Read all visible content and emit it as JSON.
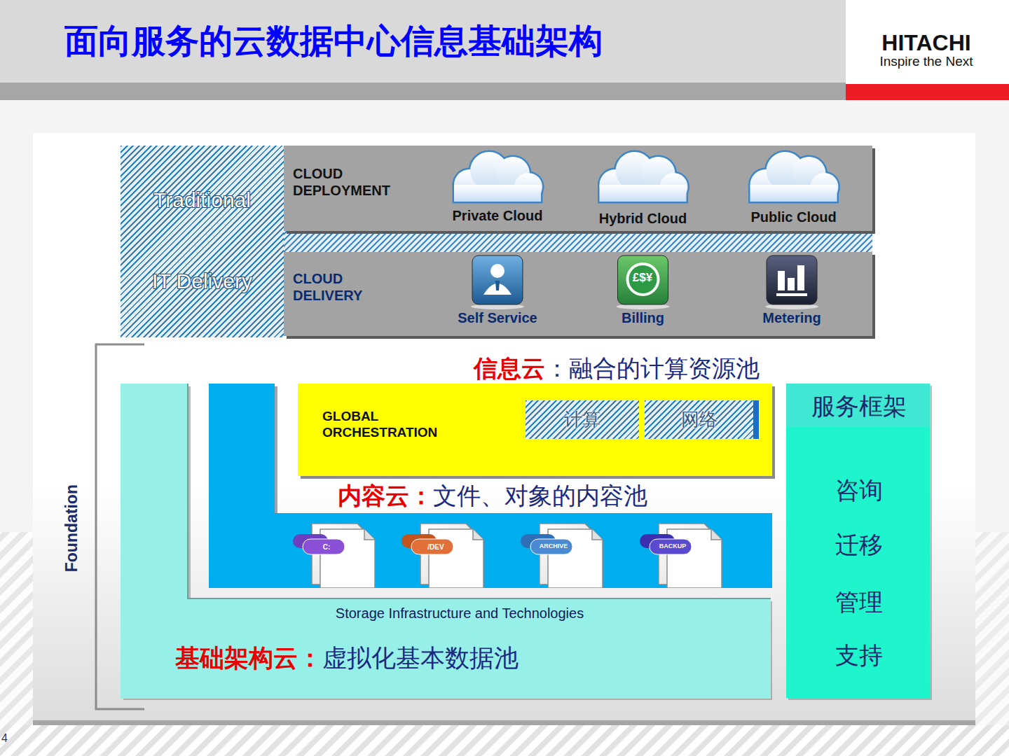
{
  "diagram": {
    "title": "面向服务的云数据中心信息基础架构",
    "nodes": [
      {
        "text": [
          "Traditional",
          "IT Delivery"
        ]
      },
      {
        "text": [
          "CLOUD DEPLOYMENT"
        ]
      },
      {
        "text": [
          "Private Cloud"
        ],
        "in": 1
      },
      {
        "text": [
          "Hybrid Cloud"
        ],
        "in": 1
      },
      {
        "text": [
          "Public Cloud"
        ],
        "in": 1
      },
      {
        "text": [
          "CLOUD DELIVERY"
        ]
      },
      {
        "text": [
          "Self Service"
        ],
        "in": 5
      },
      {
        "text": [
          "Billing"
        ],
        "in": 5
      },
      {
        "text": [
          "Metering"
        ],
        "in": 5
      },
      {
        "text": [
          "Storage Infrastructure and Technologies",
          "基础架构云：",
          "虚拟化基本数据池"
        ]
      },
      {
        "text": [
          "内容云：",
          "文件、对象的内容池"
        ],
        "in": 9
      },
      {
        "text": [
          "信息云",
          "：融合的计算资源池",
          "GLOBAL ORCHESTRATION"
        ],
        "in": 10
      },
      {
        "text": [
          "计算"
        ],
        "in": 11
      },
      {
        "text": [
          "网络"
        ],
        "in": 11
      },
      {
        "text": [
          "服务框架",
          "咨询",
          "迁移",
          "管理",
          "支持"
        ]
      }
    ],
    "labels": [
      "HITACHI",
      "Inspire the Next",
      "Foundation",
      "£$¥",
      "C:",
      "/DEV",
      "ARCHIVE",
      "BACKUP",
      "4"
    ]
  }
}
